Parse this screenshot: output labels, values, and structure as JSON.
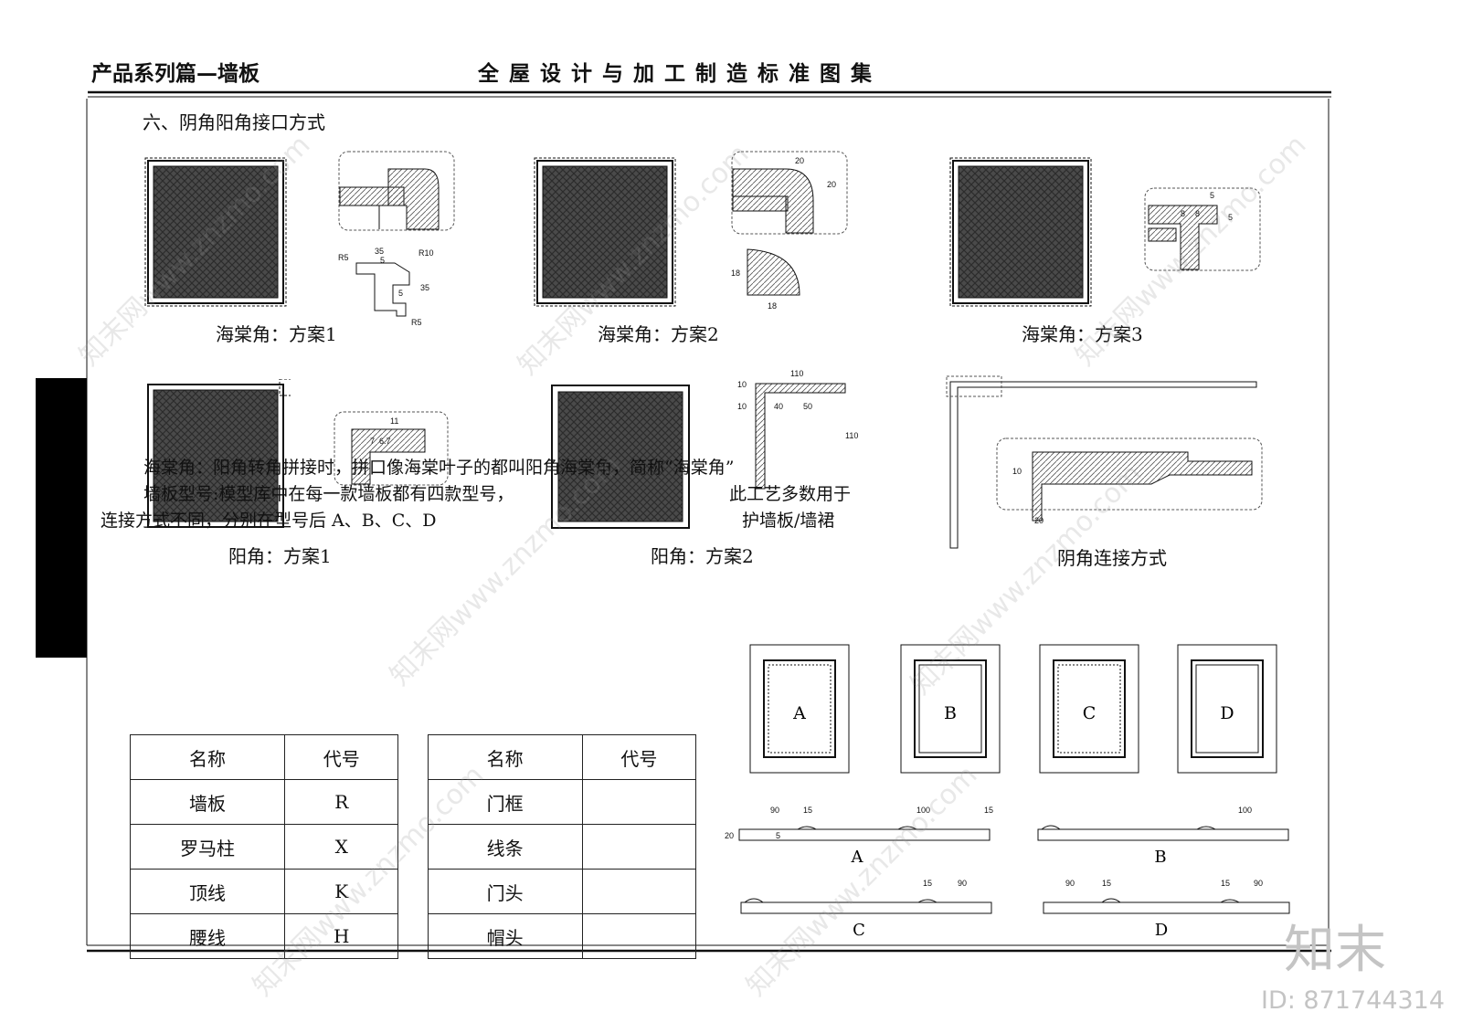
{
  "header": {
    "left": "产品系列篇—墙板",
    "center": "全屋设计与加工制造标准图集"
  },
  "section_title": "六、阴角阳角接口方式",
  "captions": {
    "hai1": "海棠角：方案1",
    "hai2": "海棠角：方案2",
    "hai3": "海棠角：方案3",
    "yang1": "阳角：方案1",
    "yang2": "阳角：方案2",
    "yin": "阴角连接方式"
  },
  "notes": {
    "line1": "海棠角：阳角转角拼接时，拼口像海棠叶子的都叫阳角海棠角，简称“海棠角”",
    "line2": "墙板型号:模型库中在每一款墙板都有四款型号，",
    "line2b": "此工艺多数用于",
    "line3": "连接方式不同，分别在型号后 A、B、C、D",
    "line3b": "护墙板/墙裙"
  },
  "dims": {
    "h1": {
      "a": "R5",
      "b": "35",
      "c": "5",
      "d": "R10",
      "e": "35",
      "f": "5",
      "g": "R5"
    },
    "h2": {
      "a": "20",
      "b": "20",
      "c": "18",
      "d": "18"
    },
    "h3": {
      "a": "5",
      "b": "8",
      "c": "8",
      "d": "5"
    },
    "y1": {
      "a": "11",
      "b": "7",
      "c": "6.7"
    },
    "y2": {
      "a": "110",
      "b": "10",
      "c": "10",
      "d": "40",
      "e": "50",
      "f": "110"
    },
    "yin": {
      "a": "10",
      "b": "20"
    }
  },
  "table": {
    "headers": [
      "名称",
      "代号",
      "名称",
      "代号"
    ],
    "left": [
      [
        "墙板",
        "R"
      ],
      [
        "罗马柱",
        "X"
      ],
      [
        "顶线",
        "K"
      ],
      [
        "腰线",
        "H"
      ]
    ],
    "right": [
      [
        "门框",
        ""
      ],
      [
        "线条",
        ""
      ],
      [
        "门头",
        ""
      ],
      [
        "帽头",
        ""
      ]
    ]
  },
  "panels": {
    "labels": [
      "A",
      "B",
      "C",
      "D"
    ],
    "sec_a": {
      "label": "A",
      "d1": "90",
      "d2": "15",
      "d3": "100",
      "d4": "15",
      "d5": "20",
      "d6": "5"
    },
    "sec_b": {
      "label": "B",
      "d1": "100"
    },
    "sec_c": {
      "label": "C",
      "d1": "15",
      "d2": "90"
    },
    "sec_d": {
      "label": "D",
      "d1": "90",
      "d2": "15",
      "d3": "15",
      "d4": "90"
    }
  },
  "watermark": {
    "site": "知末网www.znzmo.com",
    "logo": "知末",
    "id": "ID: 871744314"
  },
  "colors": {
    "hatch": "#3a3a3a",
    "line": "#111111",
    "sidebar": "#000000"
  }
}
